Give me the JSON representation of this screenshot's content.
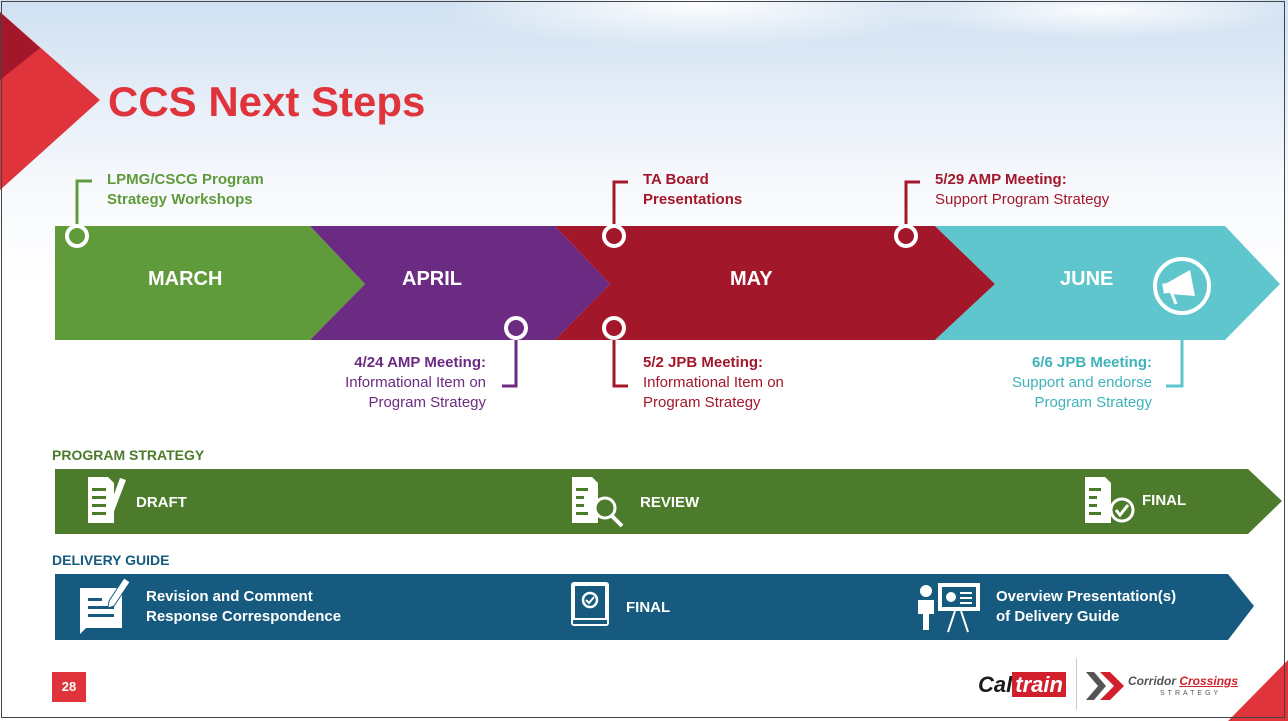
{
  "title": "CCS Next Steps",
  "months": [
    "MARCH",
    "APRIL",
    "MAY",
    "JUNE"
  ],
  "milestones": {
    "workshops": [
      "LPMG/CSCG Program",
      "Strategy Workshops"
    ],
    "ta_board": [
      "TA Board",
      "Presentations"
    ],
    "amp_529": {
      "head": "5/29 AMP Meeting:",
      "body": "Support Program Strategy"
    },
    "amp_424": {
      "head": "4/24 AMP Meeting:",
      "body": [
        "Informational Item on",
        "Program Strategy"
      ]
    },
    "jpb_52": {
      "head": "5/2 JPB Meeting:",
      "body": [
        "Informational Item on",
        "Program Strategy"
      ]
    },
    "jpb_66": {
      "head": "6/6 JPB Meeting:",
      "body": [
        "Support and endorse",
        "Program Strategy"
      ]
    }
  },
  "program_strategy": {
    "heading": "PROGRAM STRATEGY",
    "steps": [
      "DRAFT",
      "REVIEW",
      "FINAL"
    ]
  },
  "delivery_guide": {
    "heading": "DELIVERY GUIDE",
    "steps": [
      [
        "Revision and Comment",
        "Response Correspondence"
      ],
      [
        "FINAL"
      ],
      [
        "Overview Presentation(s)",
        "of Delivery Guide"
      ]
    ]
  },
  "page_number": "28",
  "logos": {
    "caltrain_a": "Cal",
    "caltrain_b": "train",
    "ccs_a": "Corridor",
    "ccs_b": "Crossings",
    "ccs_c": "STRATEGY"
  },
  "colors": {
    "green": "#5f9a3b",
    "purple": "#6c2b82",
    "red": "#a3172b",
    "teal": "#5ec6cc",
    "dark_green": "#4c7b2c",
    "navy": "#165b7f",
    "title_red": "#e0343c"
  },
  "icons": [
    "megaphone-icon",
    "document-edit-icon",
    "document-search-icon",
    "document-check-icon",
    "form-pencil-icon",
    "book-check-icon",
    "presenter-icon"
  ]
}
